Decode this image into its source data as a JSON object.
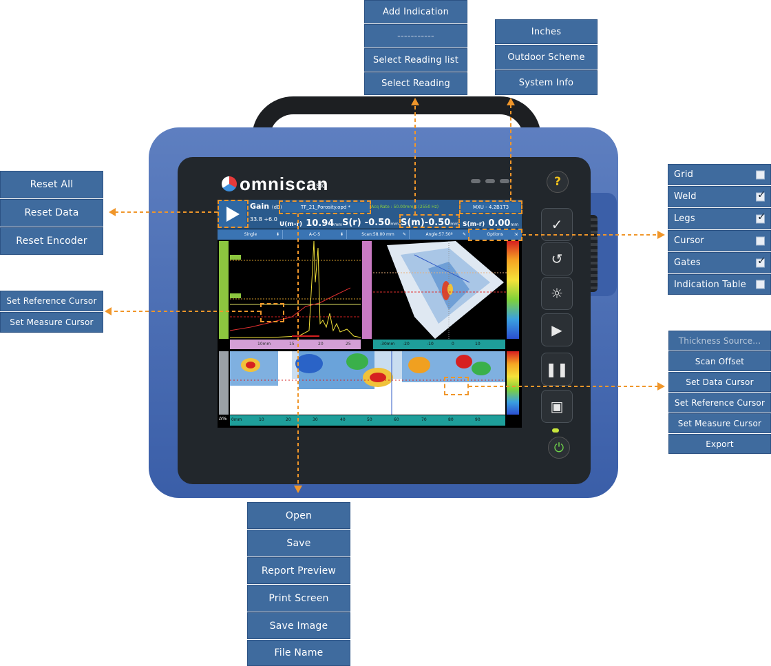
{
  "top_menu": {
    "items": [
      "Add Indication",
      "-----------",
      "Select Reading list",
      "Select Reading"
    ]
  },
  "top_right_menu": {
    "items": [
      "Inches",
      "Outdoor Scheme",
      "System Info"
    ]
  },
  "left_reset_menu": {
    "items": [
      "Reset All",
      "Reset Data",
      "Reset Encoder"
    ]
  },
  "left_cursor_menu": {
    "items": [
      "Set Reference Cursor",
      "Set Measure Cursor"
    ]
  },
  "display_menu": {
    "items": [
      {
        "label": "Grid",
        "checked": false
      },
      {
        "label": "Weld",
        "checked": true
      },
      {
        "label": "Legs",
        "checked": true
      },
      {
        "label": "Cursor",
        "checked": false
      },
      {
        "label": "Gates",
        "checked": true
      },
      {
        "label": "Indication Table",
        "checked": false
      }
    ]
  },
  "right_cursor_menu": {
    "items": [
      "Thickness Source...",
      "Scan Offset",
      "Set Data Cursor",
      "Set Reference Cursor",
      "Set Measure Cursor",
      "Export"
    ]
  },
  "file_menu": {
    "items": [
      "Open",
      "Save",
      "Report Preview",
      "Print Screen",
      "Save Image",
      "File Name"
    ]
  },
  "device": {
    "brand": "omniscan",
    "model": "sx",
    "gain_label": "Gain",
    "gain_unit": "(dB)",
    "gain_value": "33.8 +6.0",
    "file_name": "TF_21_Porosity.opd *",
    "acq_rate": "Acq Rate : 50.00mm/s (2550 Hz)",
    "probe": "MXU - 4.2B1T3",
    "readings": [
      {
        "label": "U(m-r)",
        "value": "10.94",
        "unit": "mm"
      },
      {
        "label": "S(r)",
        "value": "-0.50",
        "unit": "mm"
      },
      {
        "label": "S(m)",
        "value": "-0.50",
        "unit": "mm"
      },
      {
        "label": "S(m-r)",
        "value": "0.00",
        "unit": "mm"
      }
    ],
    "toolbar": [
      "Single",
      "A-C-S",
      "Scan:58.00 mm",
      "Angle:57.50º",
      "Options"
    ],
    "ascan_scale": [
      "10mm",
      "15",
      "20",
      "25"
    ],
    "sscan_scale": [
      "-30mm",
      "-20",
      "-10",
      "0",
      "10"
    ],
    "cscan_scale": [
      "0mm",
      "10",
      "20",
      "30",
      "40",
      "50",
      "60",
      "70",
      "80",
      "90"
    ],
    "amp_label": "A%",
    "help_icon": "?"
  },
  "colors": {
    "menu_bg": "#3f6b9e",
    "arrow": "#f0962a",
    "device_blue": "#4a6eb5"
  }
}
